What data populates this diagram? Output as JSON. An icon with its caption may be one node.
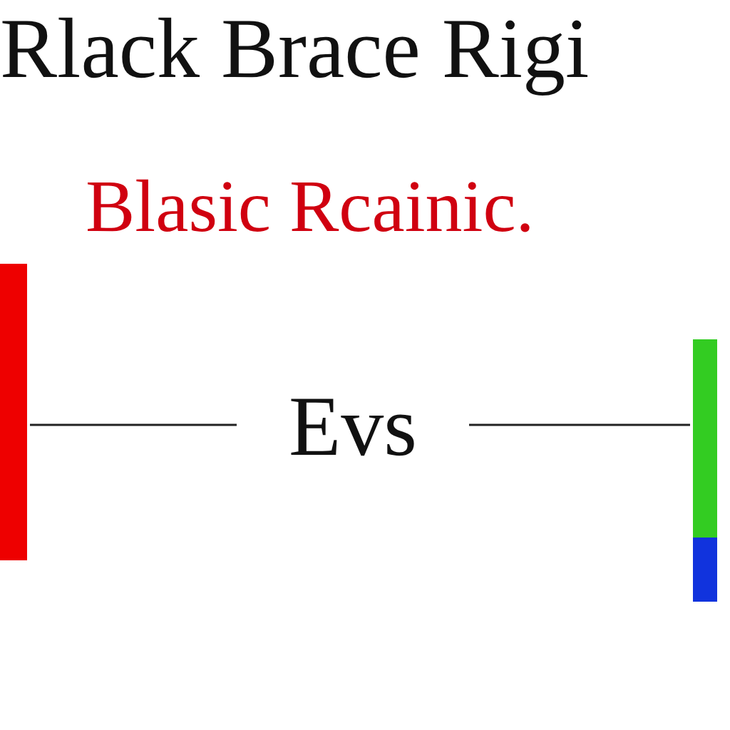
{
  "diagram": {
    "title": "Rlack Brace Rigi",
    "nodes": [
      {
        "text": [],
        "shape": "bar"
      },
      {
        "text": [
          "Evs"
        ]
      },
      {
        "text": [],
        "shape": "bar"
      }
    ],
    "edges": [
      {
        "from": 0,
        "to": 1,
        "arrow": "none"
      },
      {
        "from": 1,
        "to": 2,
        "arrow": "none"
      }
    ],
    "labels": [
      "Blasic Rcainic."
    ]
  }
}
